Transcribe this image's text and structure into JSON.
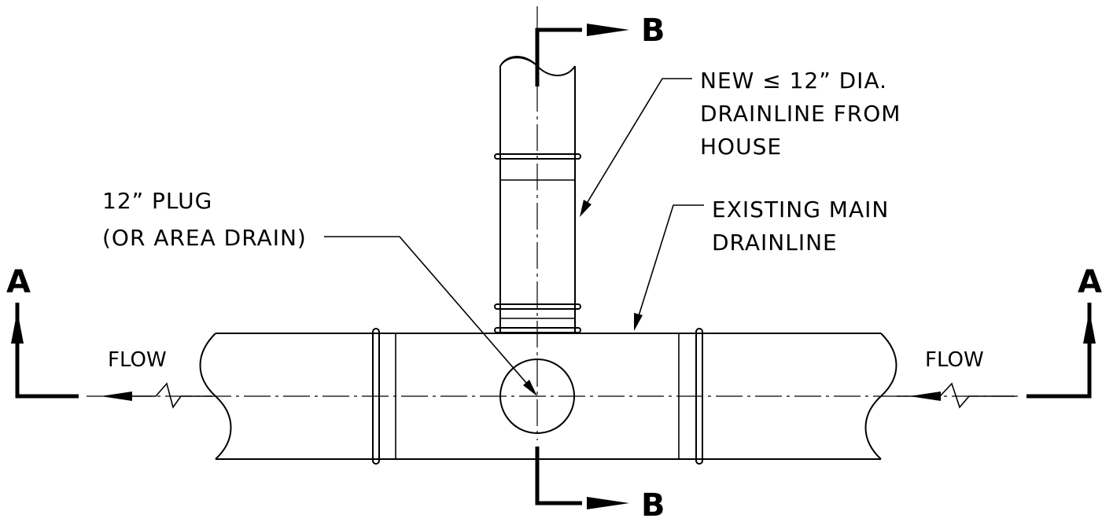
{
  "labels": {
    "new_drainline": [
      "NEW ≤ 12” DIA.",
      "DRAINLINE FROM",
      "HOUSE"
    ],
    "existing_main": [
      "EXISTING MAIN",
      "DRAINLINE"
    ],
    "plug": [
      "12” PLUG",
      "(OR AREA DRAIN)"
    ],
    "flow_left": "FLOW",
    "flow_right": "FLOW"
  },
  "section_markers": {
    "a_left": "A",
    "a_right": "A",
    "b_top": "B",
    "b_bottom": "B"
  }
}
